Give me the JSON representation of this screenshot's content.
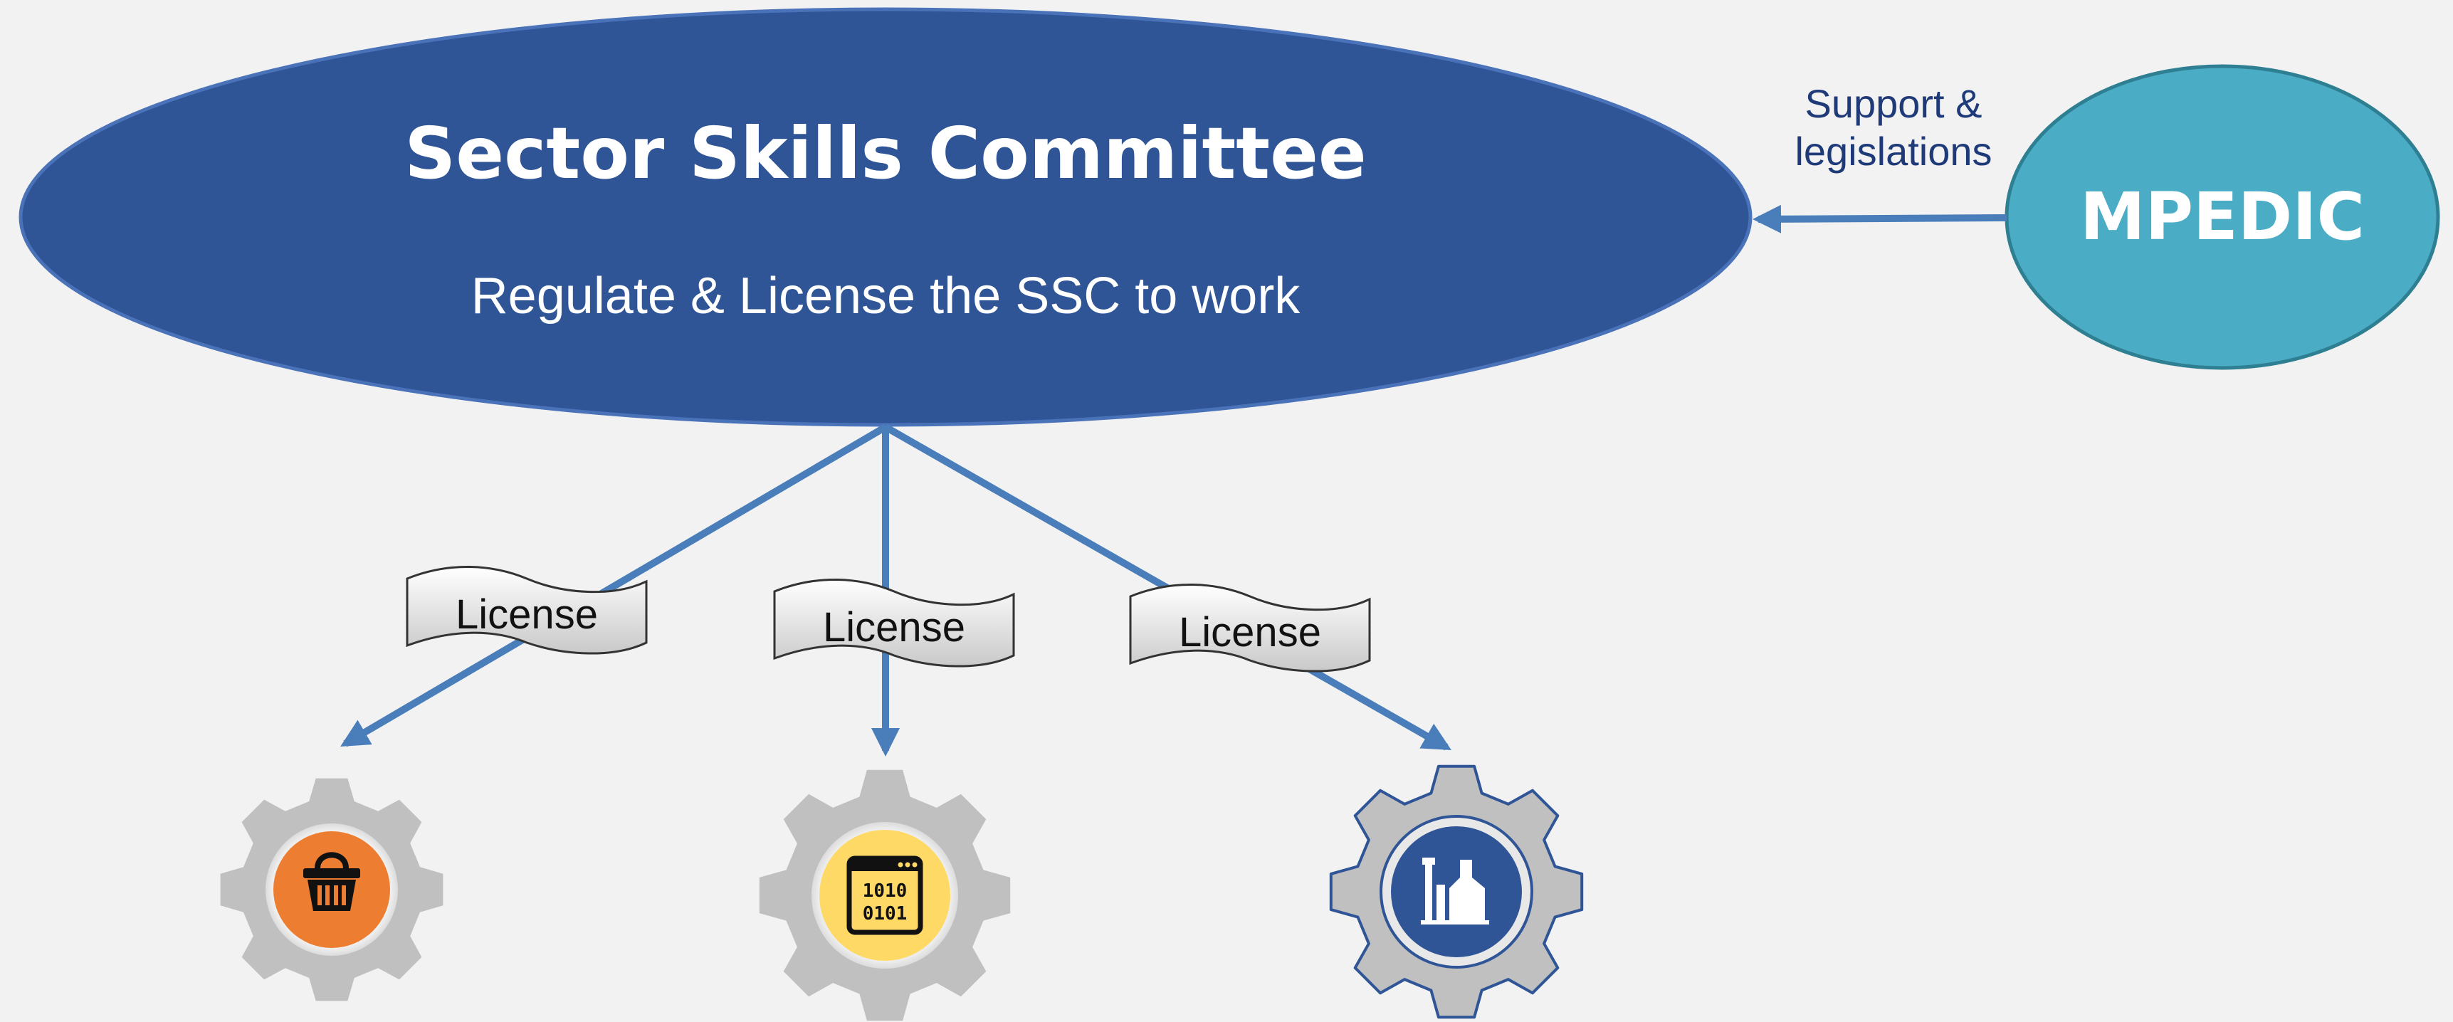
{
  "ssc": {
    "title": "Sector Skills Committee",
    "subtitle": "Regulate & License the SSC to work"
  },
  "mpedic": {
    "label": "MPEDIC"
  },
  "support": {
    "line1": "Support &",
    "line2": "legislations"
  },
  "licenses": [
    {
      "label": "License"
    },
    {
      "label": "License"
    },
    {
      "label": "License"
    }
  ],
  "gears": [
    {
      "icon": "shopping-basket-icon",
      "color": "#ed7d31"
    },
    {
      "icon": "binary-code-window-icon",
      "color": "#ffd966"
    },
    {
      "icon": "factory-icon",
      "color": "#2f5597"
    }
  ],
  "colors": {
    "ssc_fill": "#2f5597",
    "mpedic_fill": "#4bacc6",
    "connector": "#4a7ebb",
    "gear": "#c0c0c0"
  }
}
